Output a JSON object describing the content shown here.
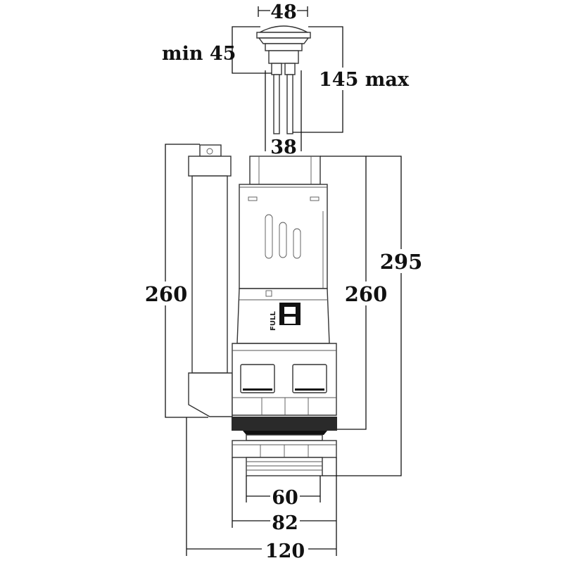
{
  "diagram": {
    "dimensions": {
      "button_width": "48",
      "min_height": "min 45",
      "max_height": "145 max",
      "rod_spacing": "38",
      "overflow_height": "260",
      "body_height": "260",
      "total_height": "295",
      "thread_outer": "60",
      "nut_width": "82",
      "overall_width": "120"
    },
    "device_label": "FULL",
    "colors": {
      "line": "#111111",
      "seal": "#2a2a2a"
    }
  }
}
